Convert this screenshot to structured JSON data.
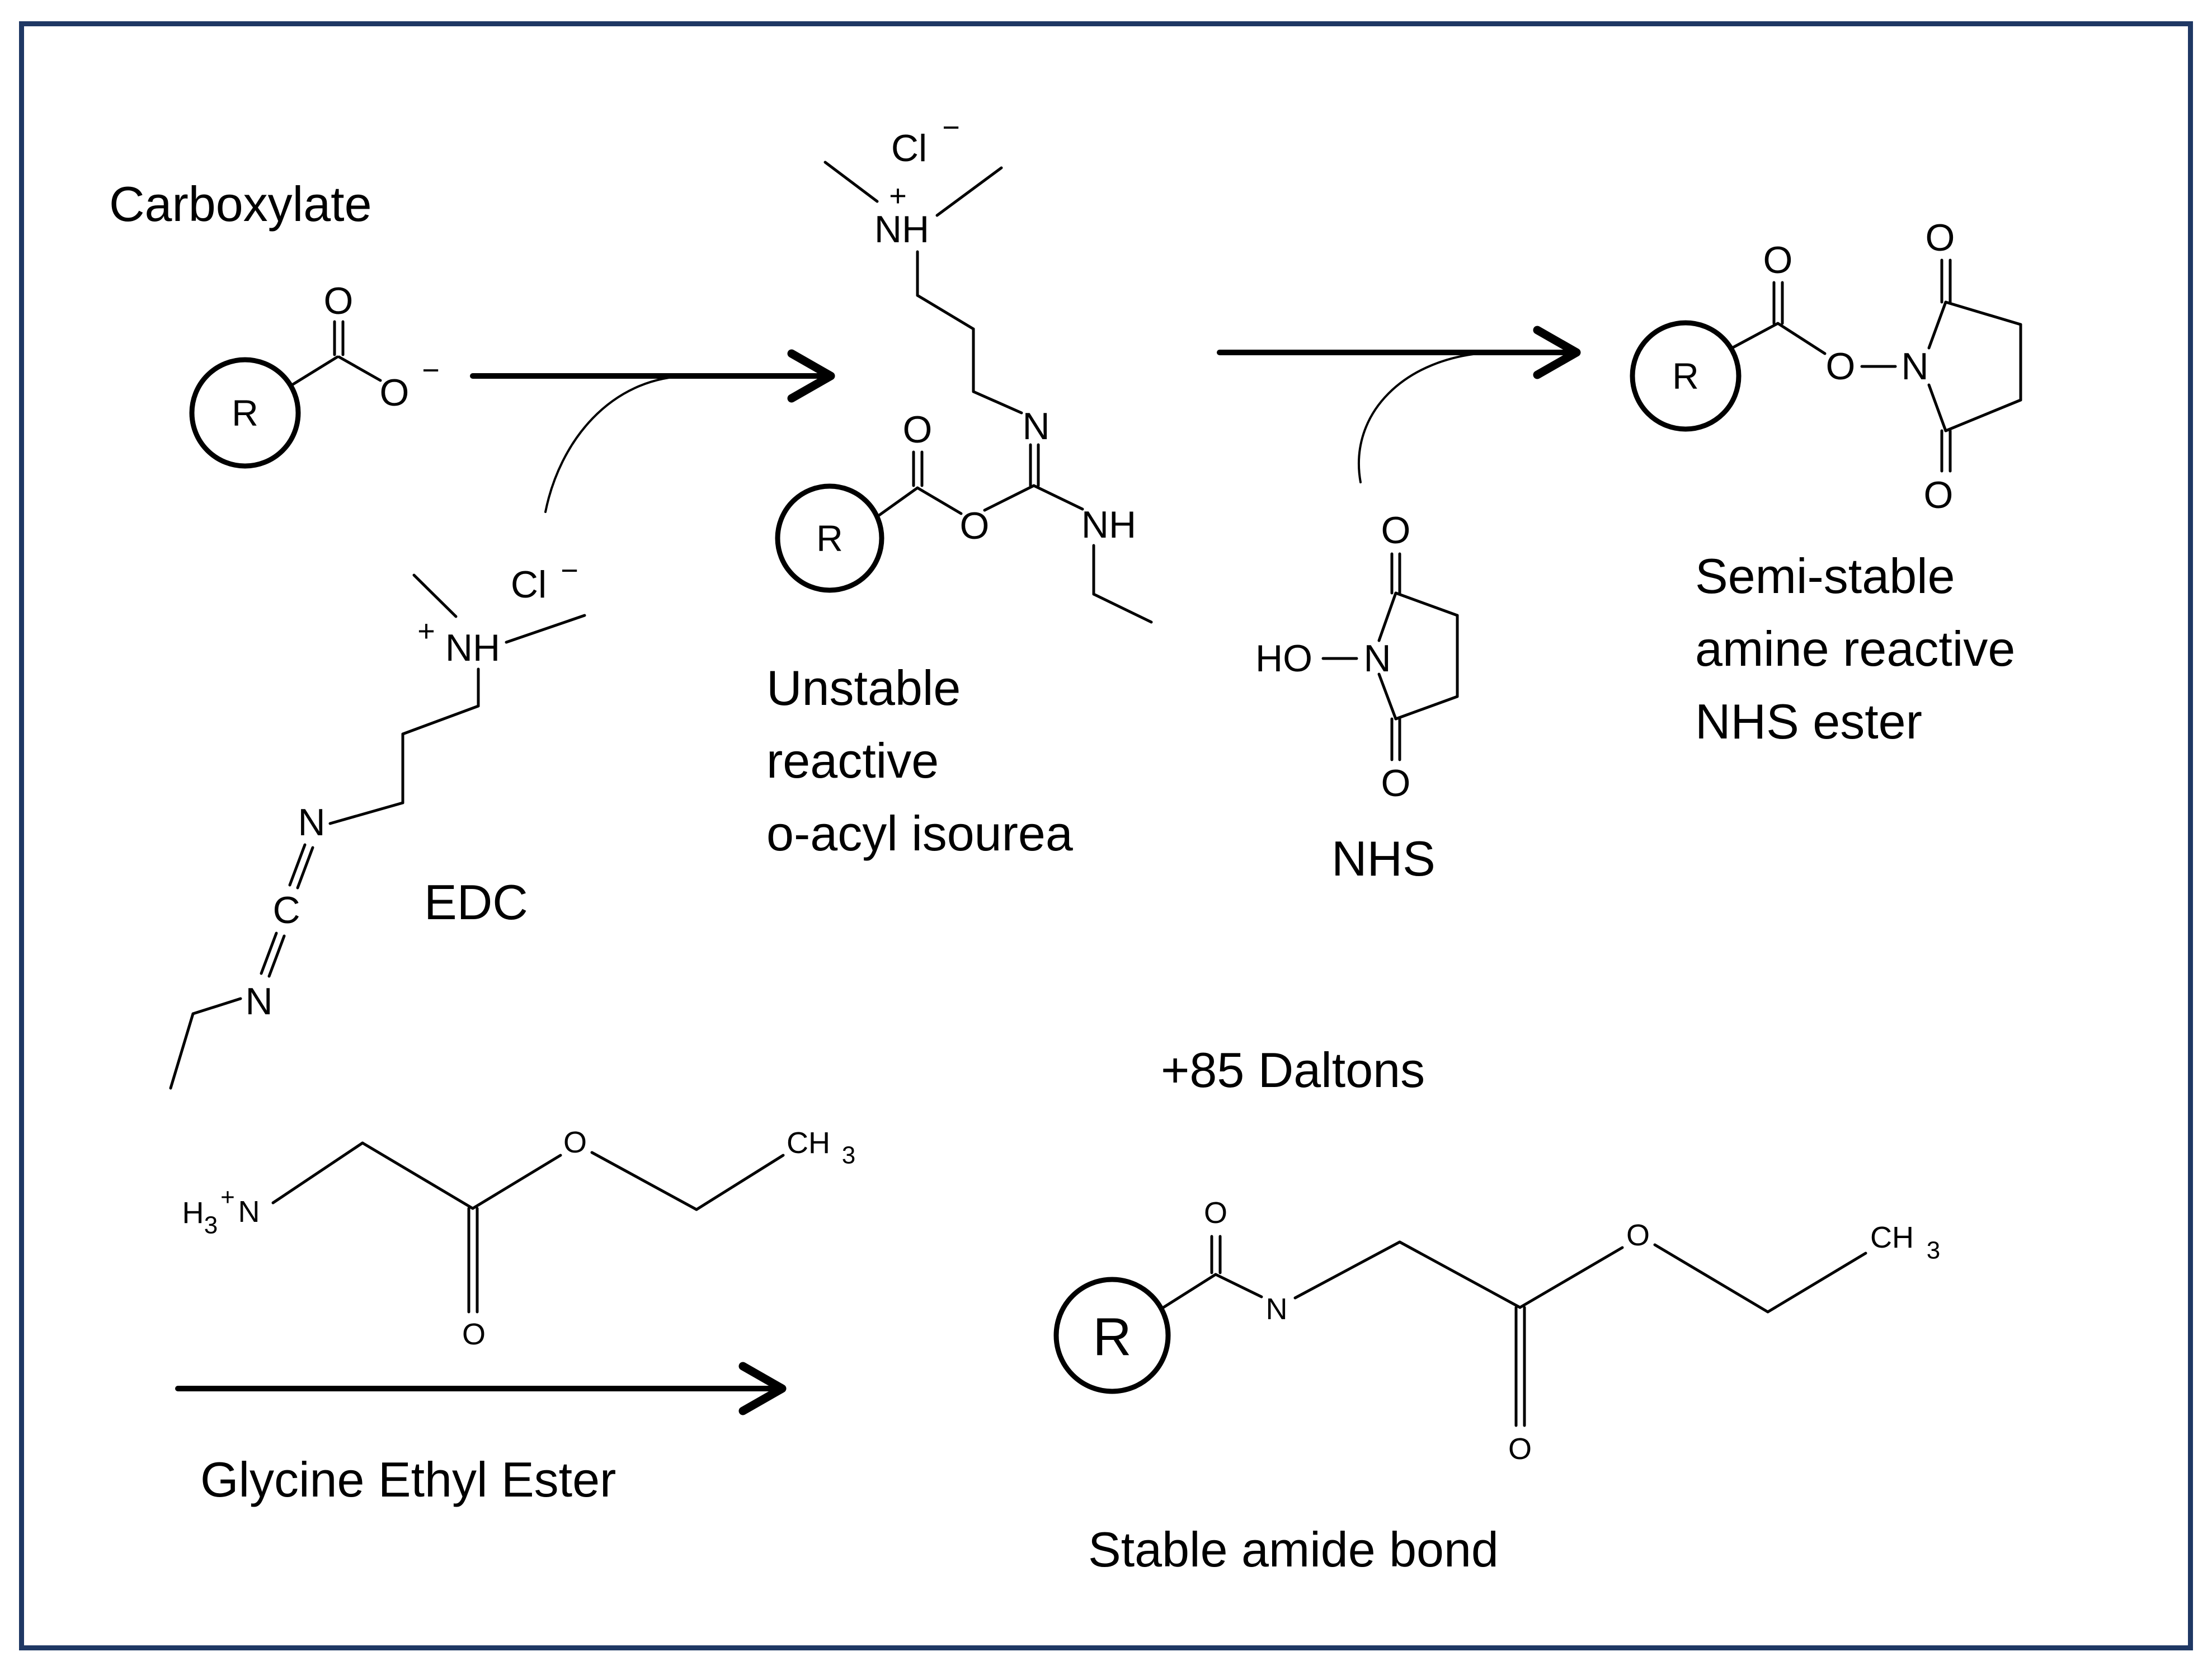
{
  "captions": {
    "carboxylate": "Carboxylate",
    "edc": "EDC",
    "intermediate": [
      "Unstable",
      "reactive",
      "o-acyl isourea"
    ],
    "nhs": "NHS",
    "nhs_ester": [
      "Semi-stable",
      "amine reactive",
      "NHS ester"
    ],
    "mass_shift": "+85 Daltons",
    "glycine": "Glycine Ethyl Ester",
    "amide": "Stable amide bond"
  },
  "atoms": {
    "r": "R",
    "o": "O",
    "n": "N",
    "c": "C",
    "nh": "NH",
    "ho": "HO",
    "cl": "Cl",
    "minus": "−",
    "plus": "+",
    "h": "H",
    "h3_sub": "3",
    "ch": "CH"
  },
  "colors": {
    "frame_border": "#1F3864",
    "ink": "#000000",
    "background": "#ffffff"
  }
}
